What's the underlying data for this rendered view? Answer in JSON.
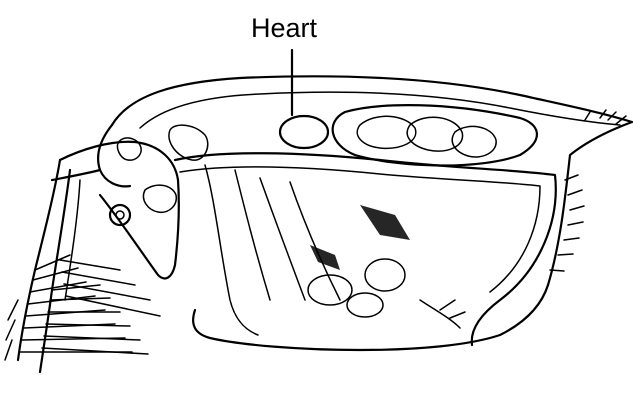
{
  "diagram": {
    "subject": "daphnia-anatomy",
    "labels": [
      {
        "id": "heart",
        "text": "Heart"
      }
    ],
    "colors": {
      "ink": "#000000",
      "background": "#ffffff"
    }
  }
}
